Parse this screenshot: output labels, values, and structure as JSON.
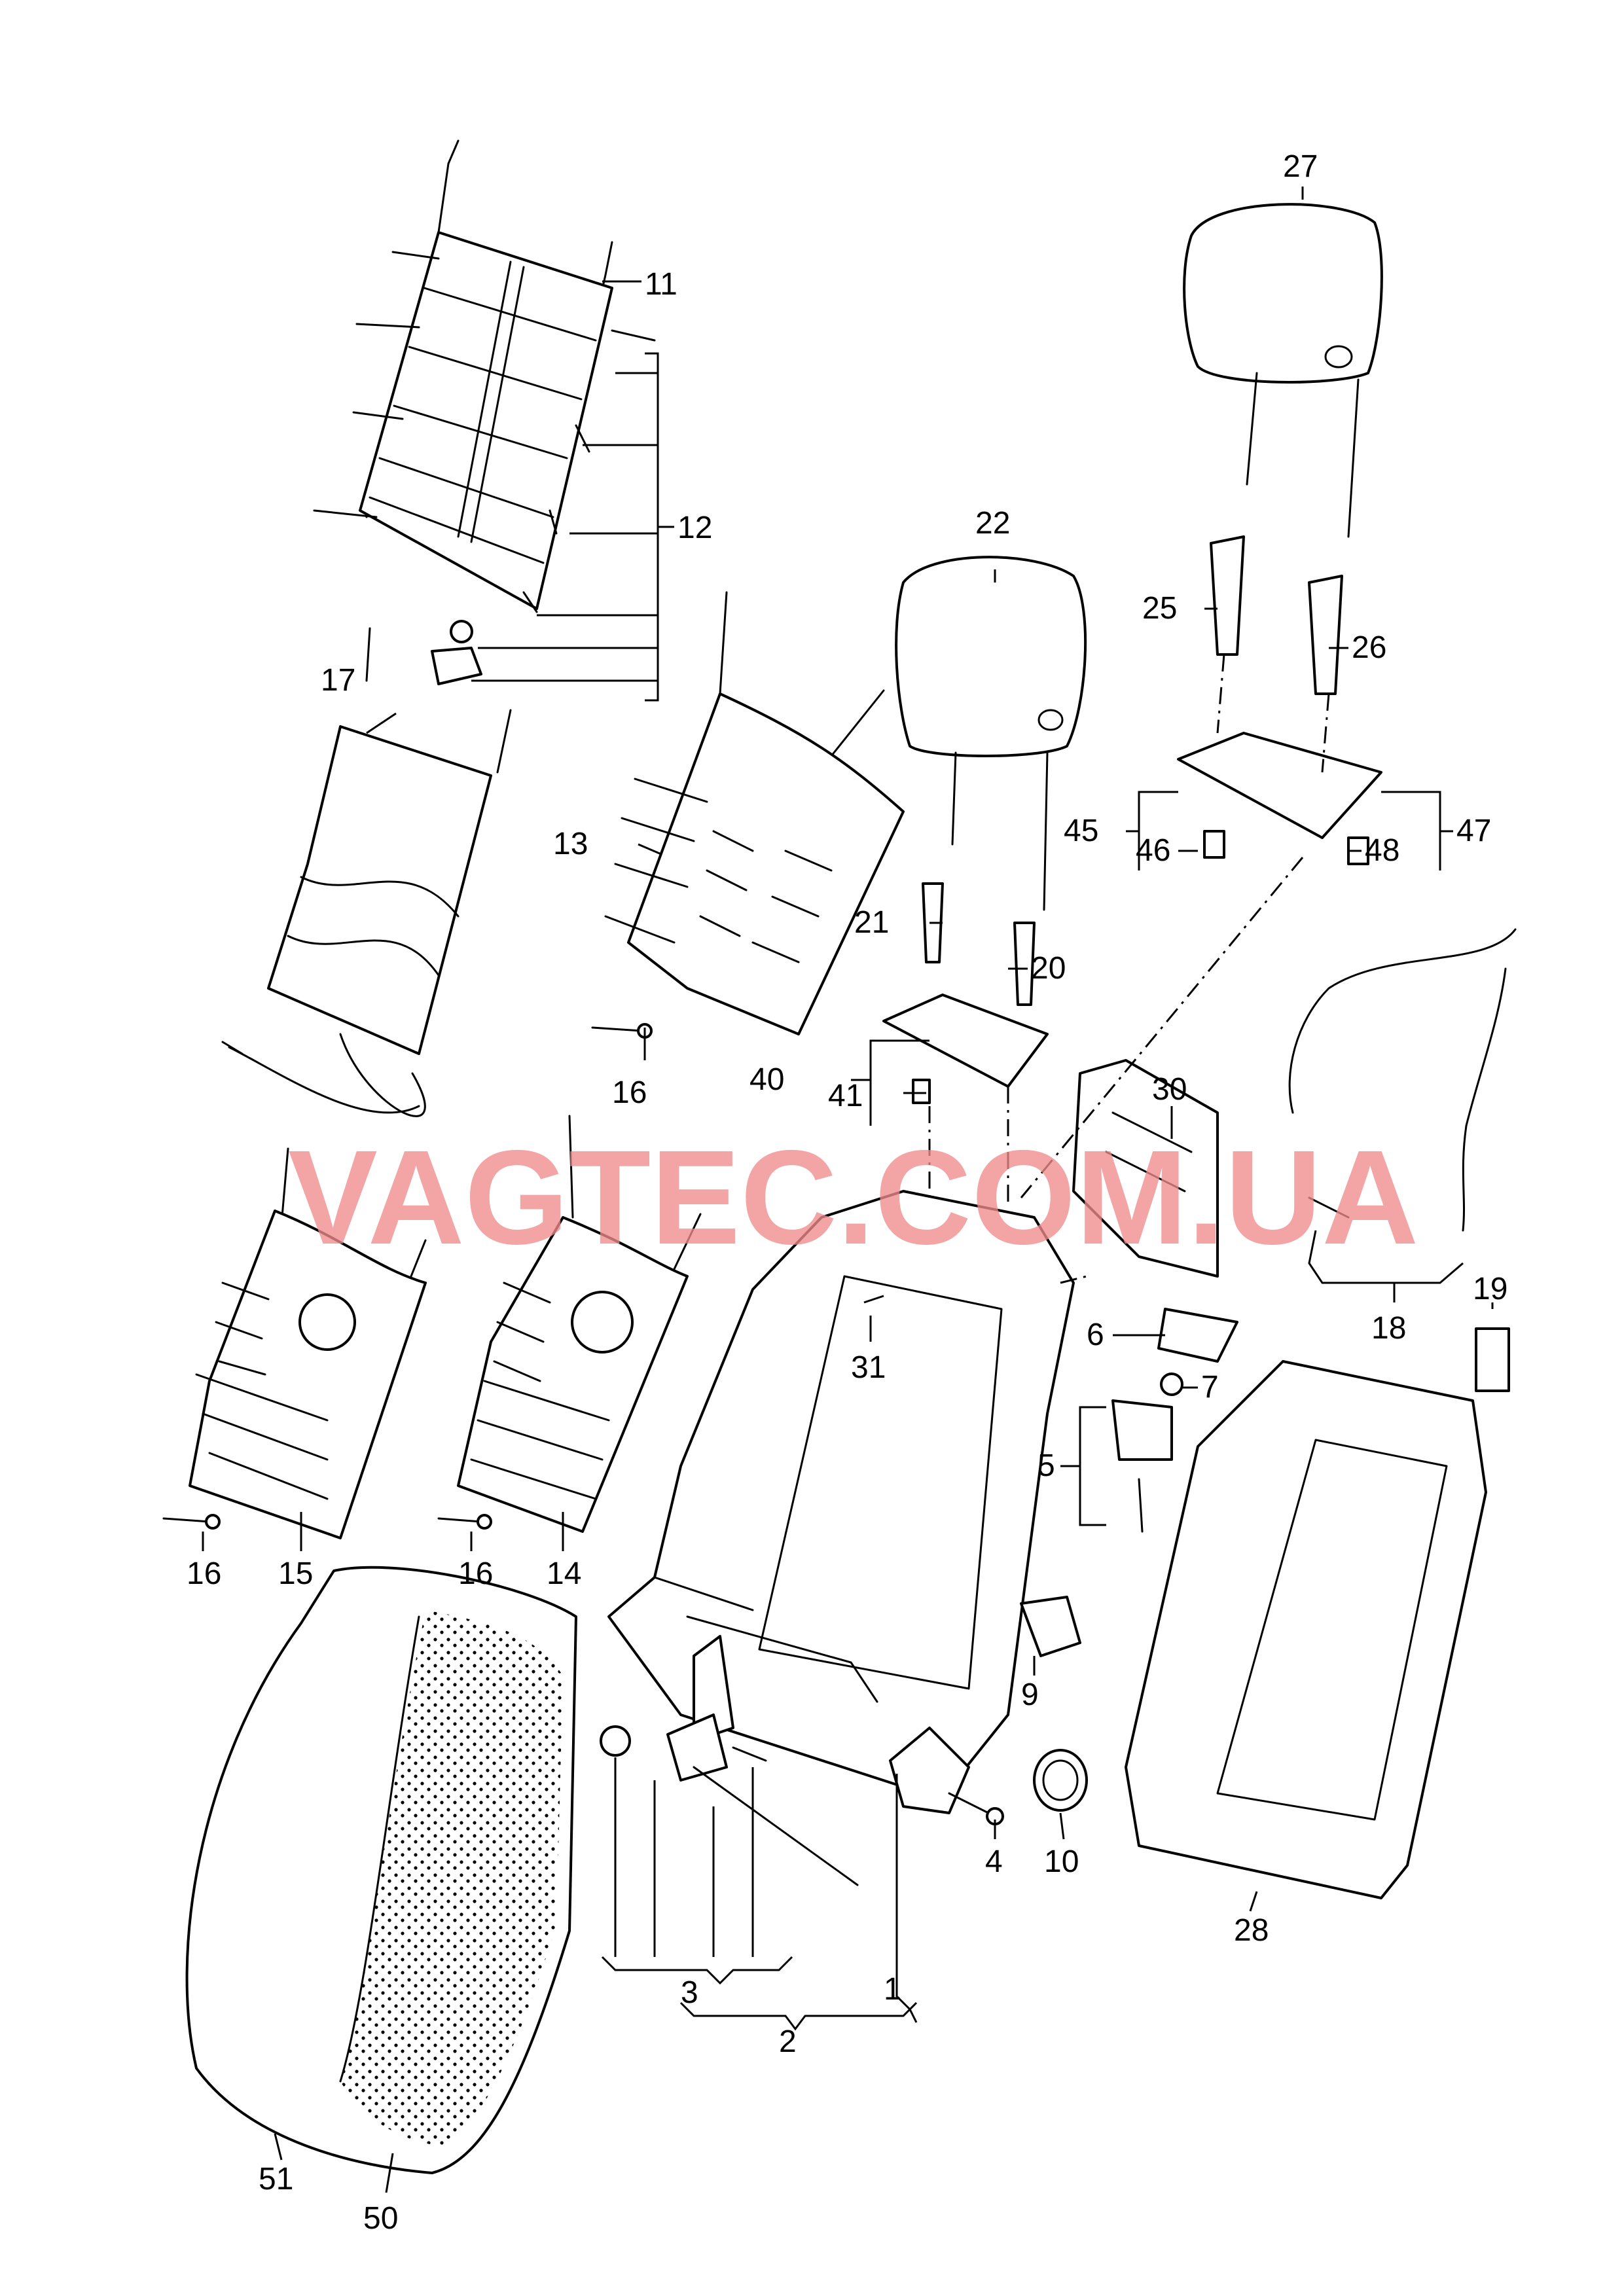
{
  "watermark": "VAGTEC.COM.UA",
  "watermark_color": "#f08a8a",
  "callouts": {
    "c1": "1",
    "c2": "2",
    "c3": "3",
    "c4": "4",
    "c5": "5",
    "c6": "6",
    "c7": "7",
    "c9": "9",
    "c10": "10",
    "c11": "11",
    "c12": "12",
    "c13": "13",
    "c14": "14",
    "c15": "15",
    "c16a": "16",
    "c16b": "16",
    "c16c": "16",
    "c17": "17",
    "c18": "18",
    "c19": "19",
    "c20": "20",
    "c21": "21",
    "c22": "22",
    "c25": "25",
    "c26": "26",
    "c27": "27",
    "c28": "28",
    "c30": "30",
    "c31": "31",
    "c40": "40",
    "c41": "41",
    "c45": "45",
    "c46": "46",
    "c47": "47",
    "c48": "48",
    "c50": "50",
    "c51": "51"
  }
}
